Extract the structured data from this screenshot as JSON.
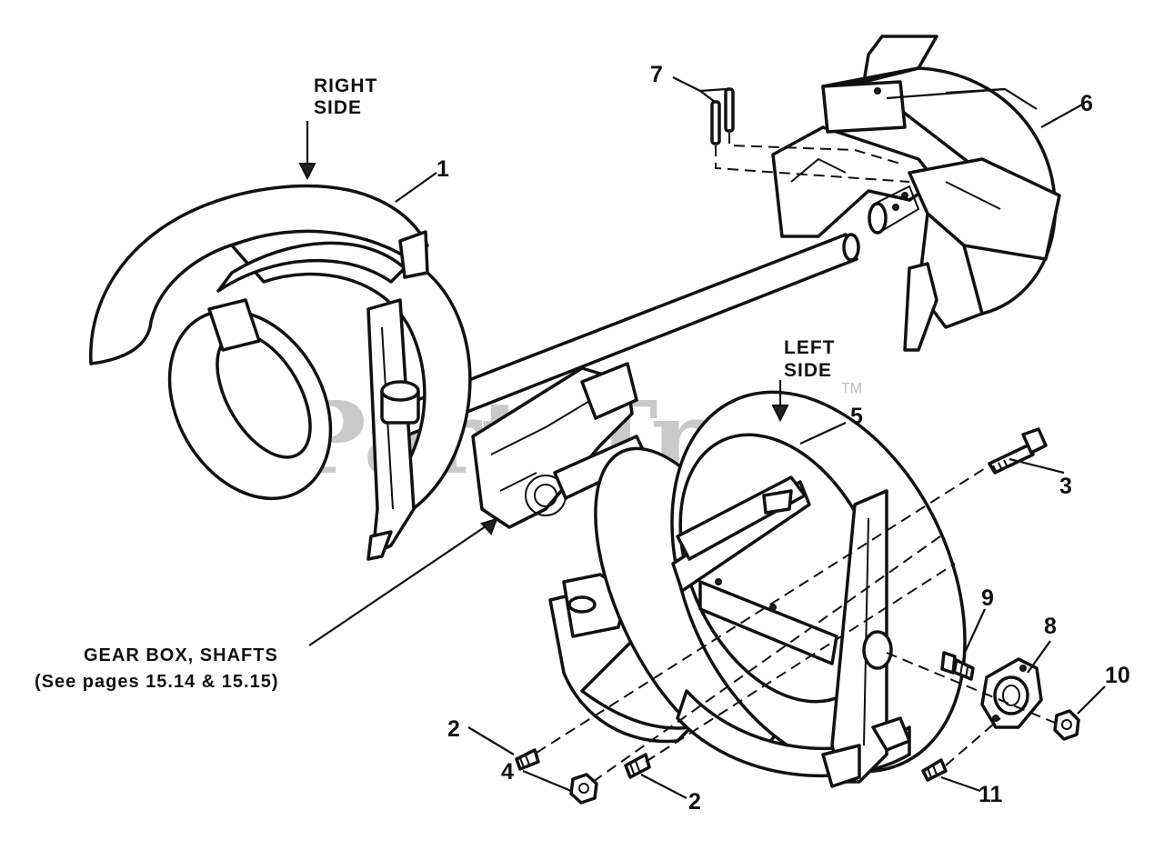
{
  "watermark": {
    "text": "PartsTree",
    "tm": "TM"
  },
  "labels": {
    "right_side": [
      "RIGHT",
      "SIDE"
    ],
    "left_side": [
      "LEFT",
      "SIDE"
    ],
    "gearbox": [
      "GEAR BOX, SHAFTS",
      "(See pages 15.14 & 15.15)"
    ]
  },
  "callouts": {
    "c1": "1",
    "c2a": "2",
    "c2b": "2",
    "c3": "3",
    "c4": "4",
    "c5": "5",
    "c6": "6",
    "c7": "7",
    "c8": "8",
    "c9": "9",
    "c10": "10",
    "c11": "11"
  }
}
